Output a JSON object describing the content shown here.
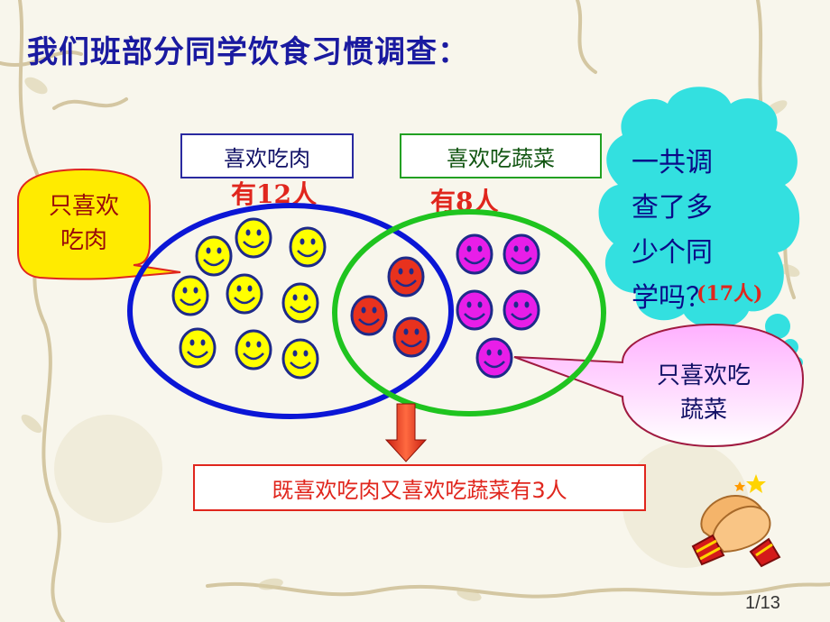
{
  "title": "我们班部分同学饮食习惯调查：",
  "sets": {
    "meat": {
      "label": "喜欢吃肉",
      "count_text": "有12人",
      "color": "#0b16d6"
    },
    "veg": {
      "label": "喜欢吃蔬菜",
      "count_text": "有8人",
      "color": "#1fc41f"
    }
  },
  "callouts": {
    "only_meat": [
      "只喜欢",
      "吃肉"
    ],
    "only_veg": [
      "只喜欢吃",
      "蔬菜"
    ],
    "question": [
      "一共调",
      "查了多",
      "少个同",
      "学吗？"
    ],
    "answer": "(17人)"
  },
  "both_text": "既喜欢吃肉又喜欢吃蔬菜有3人",
  "page_number": "1/13",
  "colors": {
    "title": "#1a1aa0",
    "accent_red": "#e0261d",
    "smiley_yellow": "#ffff00",
    "smiley_red": "#e8321e",
    "smiley_magenta": "#e81ee8",
    "cloud": "#33e0e0"
  }
}
